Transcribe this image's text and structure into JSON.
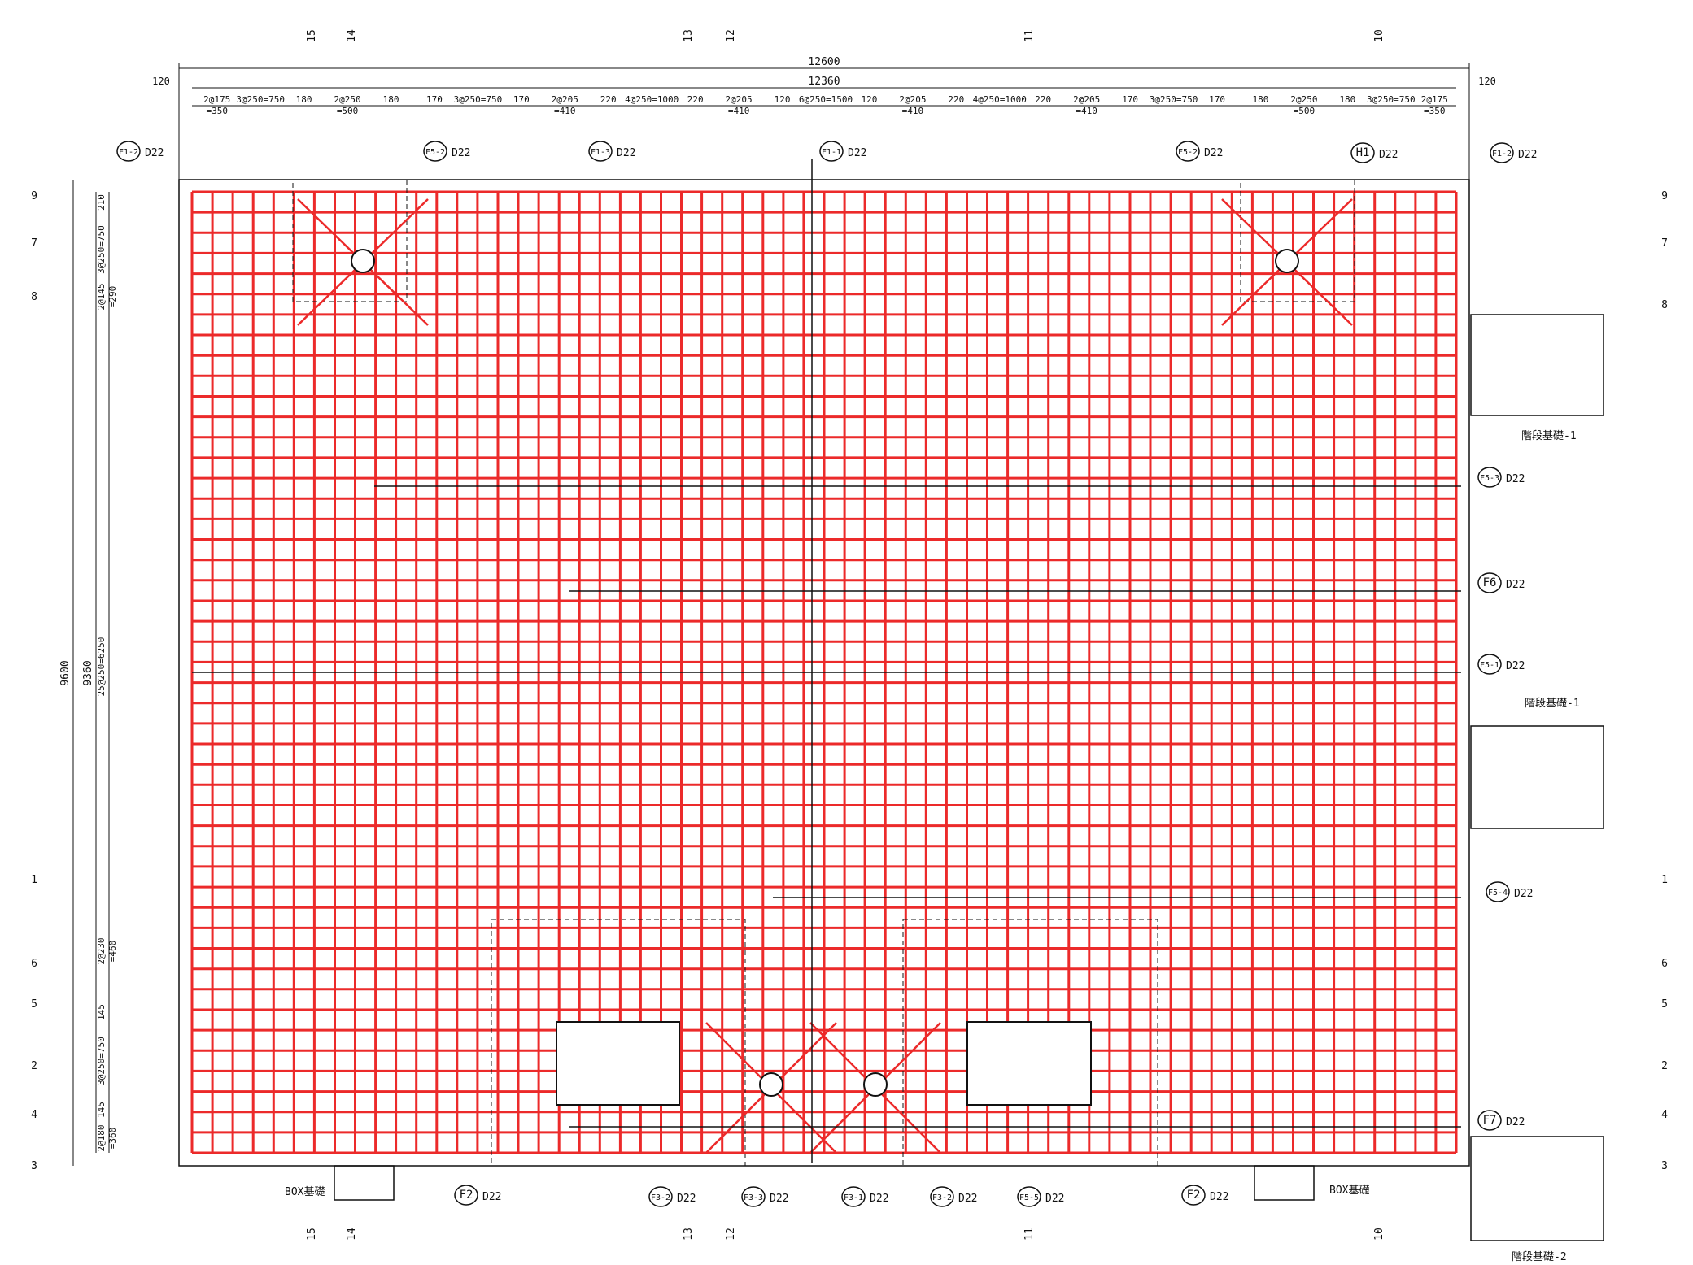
{
  "overall": {
    "width_total": "12600",
    "width_inner": "12360",
    "height_total": "9600",
    "height_inner": "9360",
    "edge_offset": "120"
  },
  "top_dims": [
    "2@175\n=350",
    "3@250=750",
    "180",
    "2@250\n=500",
    "180",
    "170",
    "3@250=750",
    "170",
    "2@205\n=410",
    "220",
    "4@250=1000",
    "220",
    "2@205\n=410",
    "120",
    "6@250=1500",
    "120",
    "2@205\n=410",
    "220",
    "4@250=1000",
    "220",
    "2@205\n=410",
    "170",
    "3@250=750",
    "170",
    "180",
    "2@250\n=500",
    "180",
    "3@250=750",
    "2@175\n=350"
  ],
  "left_dims": [
    "210",
    "3@250=750",
    "2@145\n=290",
    "25@250=6250",
    "2@230\n=460",
    "145",
    "3@250=750",
    "145",
    "2@180\n=360"
  ],
  "section_marks_top": [
    "15",
    "14",
    "13",
    "12",
    "11",
    "10"
  ],
  "section_marks_bottom": [
    "15",
    "14",
    "13",
    "12",
    "11",
    "10"
  ],
  "section_marks_left": [
    "9",
    "7",
    "8",
    "1",
    "6",
    "5",
    "2",
    "4",
    "3"
  ],
  "section_marks_right": [
    "9",
    "7",
    "8",
    "1",
    "6",
    "5",
    "2",
    "4",
    "3"
  ],
  "callouts": [
    {
      "id": "F1-2",
      "bar": "D22"
    },
    {
      "id": "F5-2",
      "bar": "D22"
    },
    {
      "id": "F1-3",
      "bar": "D22"
    },
    {
      "id": "F1-1",
      "bar": "D22"
    },
    {
      "id": "F5-2",
      "bar": "D22"
    },
    {
      "id": "H1",
      "bar": "D22"
    },
    {
      "id": "F1-2",
      "bar": "D22"
    },
    {
      "id": "F5-3",
      "bar": "D22"
    },
    {
      "id": "F6",
      "bar": "D22"
    },
    {
      "id": "F5-1",
      "bar": "D22"
    },
    {
      "id": "F5-4",
      "bar": "D22"
    },
    {
      "id": "F7",
      "bar": "D22"
    },
    {
      "id": "F2",
      "bar": "D22"
    },
    {
      "id": "F3-2",
      "bar": "D22"
    },
    {
      "id": "F3-3",
      "bar": "D22"
    },
    {
      "id": "F3-1",
      "bar": "D22"
    },
    {
      "id": "F3-2",
      "bar": "D22"
    },
    {
      "id": "F5-5",
      "bar": "D22"
    },
    {
      "id": "F2",
      "bar": "D22"
    }
  ],
  "notes": {
    "stage_found_1a": "階段基礎-1",
    "stage_found_1b": "階段基礎-1",
    "stage_found_2": "階段基礎-2",
    "box_left": "BOX基礎",
    "box_right": "BOX基礎"
  },
  "colors": {
    "rebar": "#ec2a2a",
    "line": "#111111"
  }
}
